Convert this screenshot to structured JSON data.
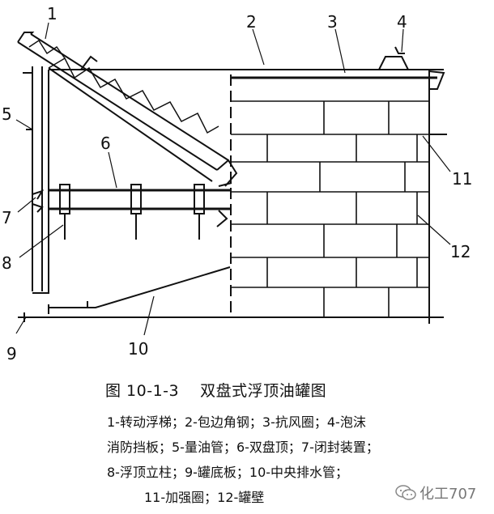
{
  "labels": {
    "n1": "1",
    "n2": "2",
    "n3": "3",
    "n4": "4",
    "n5": "5",
    "n6": "6",
    "n7": "7",
    "n8": "8",
    "n9": "9",
    "n10": "10",
    "n11": "11",
    "n12": "12"
  },
  "caption": {
    "figure_no": "图 10-1-3",
    "title": "双盘式浮顶油罐图"
  },
  "legend": {
    "line1": "1-转动浮梯；2-包边角钢；3-抗风圈；4-泡沫",
    "line2": "消防挡板；5-量油管；6-双盘顶；7-闭封装置；",
    "line3": "8-浮顶立柱；9-罐底板；10-中央排水管；",
    "line4": "11-加强圈；12-罐壁"
  },
  "watermark": {
    "text": "化工707",
    "icon": "wechat-icon"
  }
}
